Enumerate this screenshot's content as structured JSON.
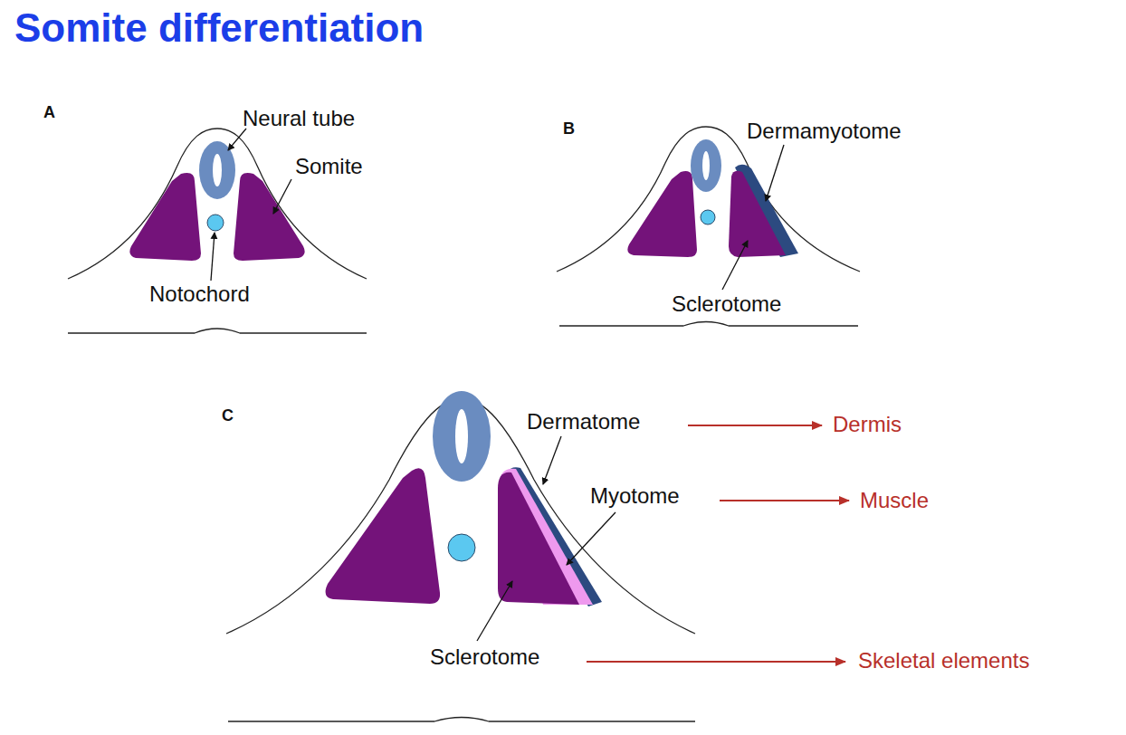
{
  "diagram": {
    "title": "Somite differentiation",
    "labels": [
      "A",
      "Neural tube",
      "Somite",
      "Notochord",
      "B",
      "Dermamyotome",
      "Sclerotome",
      "C",
      "Dermatome",
      "Dermis",
      "Myotome",
      "Muscle",
      "Sclerotome",
      "Skeletal elements"
    ]
  }
}
